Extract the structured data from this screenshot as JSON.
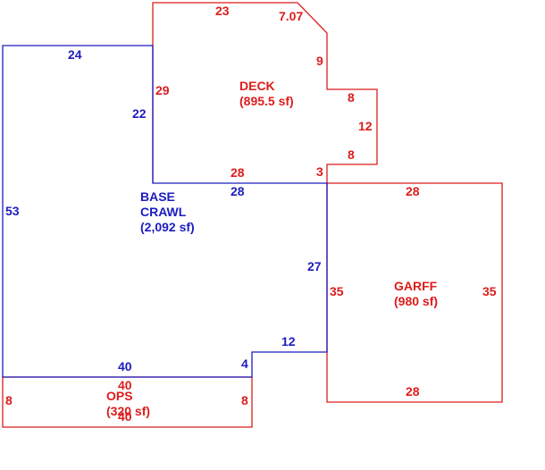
{
  "colors": {
    "red": "#dd1c1c",
    "blue": "#1c1cbf",
    "background": "#ffffff"
  },
  "areas": {
    "deck": {
      "name": "DECK",
      "area": "(895.5 sf)",
      "dims": {
        "top": "23",
        "diagonal": "7.07",
        "right_upper": "9",
        "step_top": "8",
        "right_lower": "12",
        "step_bottom": "8",
        "bottom_right": "3",
        "bottom": "28",
        "left": "29"
      }
    },
    "base": {
      "name_line1": "BASE",
      "name_line2": "CRAWL",
      "area": "(2,092 sf)",
      "dims": {
        "top": "24",
        "notch_left": "22",
        "notch_bottom": "28",
        "left": "53",
        "right": "27",
        "step_top": "12",
        "step_right": "4",
        "bottom": "40"
      }
    },
    "garff": {
      "name": "GARFF",
      "area": "(980 sf)",
      "dims": {
        "top": "28",
        "left": "35",
        "right": "35",
        "bottom": "28"
      }
    },
    "ops": {
      "name": "OPS",
      "area": "(320 sf)",
      "dims": {
        "top": "40",
        "left": "8",
        "right": "8",
        "bottom": "40"
      }
    }
  }
}
